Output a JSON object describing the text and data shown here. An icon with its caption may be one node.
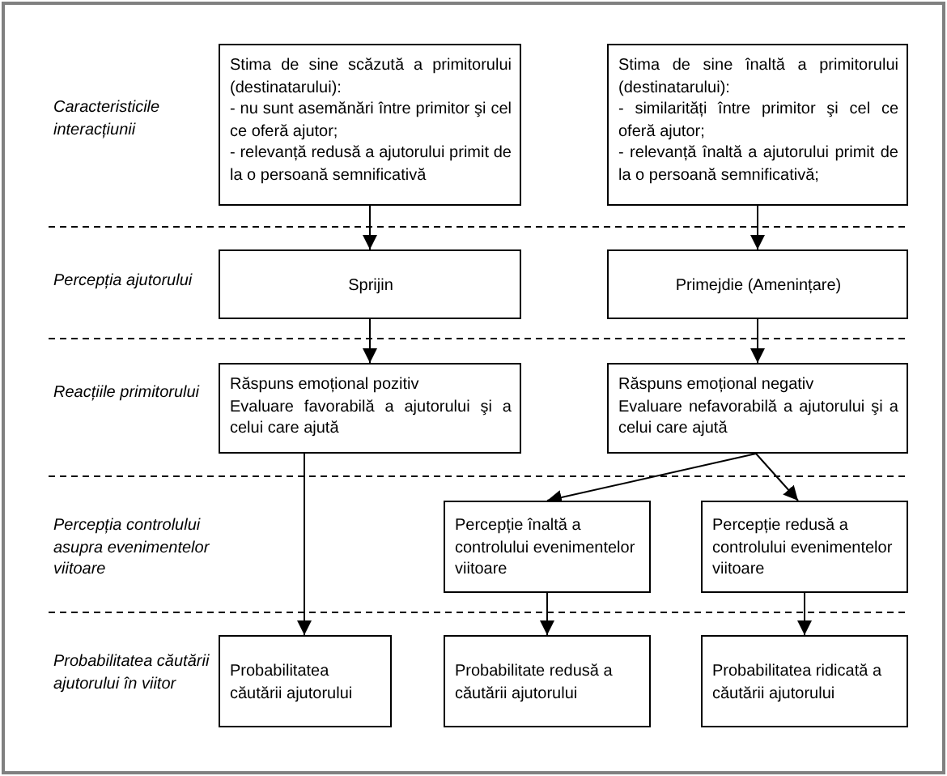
{
  "diagram": {
    "nodes": [
      {
        "text": [
          "Stima de sine scăzută a primitorului (destinatarului):",
          "- nu sunt asemănări între primitor şi cel ce oferă ajutor;",
          "- relevanță redusă a ajutorului primit de la o persoană semnificativă"
        ]
      },
      {
        "text": [
          "Stima de sine înaltă a primitorului (destinatarului):",
          "- similarități între primitor şi cel ce oferă ajutor;",
          "- relevanță înaltă a ajutorului primit de la o persoană semnificativă;"
        ]
      },
      {
        "text": [
          "Sprijin"
        ]
      },
      {
        "text": [
          "Primejdie (Amenințare)"
        ]
      },
      {
        "text": [
          "Răspuns emoțional pozitiv",
          "Evaluare favorabilă a ajutorului şi a celui care ajută"
        ]
      },
      {
        "text": [
          "Răspuns emoțional negativ",
          "Evaluare nefavorabilă a ajutorului şi a celui care ajută"
        ]
      },
      {
        "text": [
          "Percepție înaltă a controlului evenimentelor viitoare"
        ]
      },
      {
        "text": [
          "Percepție redusă a controlului evenimentelor viitoare"
        ]
      },
      {
        "text": [
          "Probabilitatea căutării ajutorului"
        ]
      },
      {
        "text": [
          "Probabilitate redusă a căutării ajutorului"
        ]
      },
      {
        "text": [
          "Probabilitatea ridicată a căutării ajutorului"
        ]
      }
    ],
    "edges": [
      {
        "from": 0,
        "to": 2,
        "arrow": "to"
      },
      {
        "from": 1,
        "to": 3,
        "arrow": "to"
      },
      {
        "from": 2,
        "to": 4,
        "arrow": "to"
      },
      {
        "from": 3,
        "to": 5,
        "arrow": "to"
      },
      {
        "from": 4,
        "to": 8,
        "arrow": "to"
      },
      {
        "from": 5,
        "to": 6,
        "arrow": "to"
      },
      {
        "from": 5,
        "to": 7,
        "arrow": "to"
      },
      {
        "from": 6,
        "to": 9,
        "arrow": "to"
      },
      {
        "from": 7,
        "to": 10,
        "arrow": "to"
      }
    ],
    "labels": [
      "Caracteristicile interacțiunii",
      "Percepția ajutorului",
      "Reacțiile primitorului",
      "Percepția controlului asupra evenimentelor viitoare",
      "Probabilitatea căutării ajutorului în viitor"
    ]
  }
}
